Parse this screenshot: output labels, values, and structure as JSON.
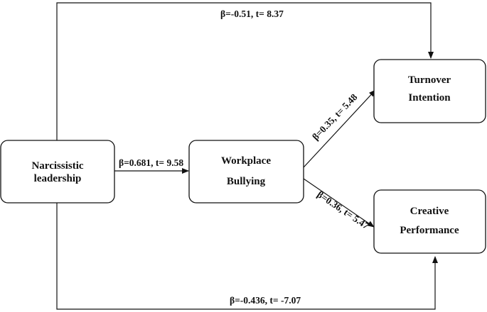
{
  "nodes": {
    "narcissistic": {
      "line1": "Narcissistic",
      "line2": "leadership"
    },
    "bullying": {
      "line1": "Workplace",
      "line2": "Bullying"
    },
    "turnover": {
      "line1": "Turnover",
      "line2": "Intention"
    },
    "creative": {
      "line1": "Creative",
      "line2": "Performance"
    }
  },
  "edges": {
    "narc_to_bullying": "β=0.681, t= 9.58",
    "narc_to_turnover": "β=-0.51, t= 8.37",
    "bullying_to_turnover": "β=0.35, t= 5.48",
    "bullying_to_creative": "β=0.36, t= 5.47",
    "narc_to_creative": "β=-0.436, t= -7.07"
  }
}
